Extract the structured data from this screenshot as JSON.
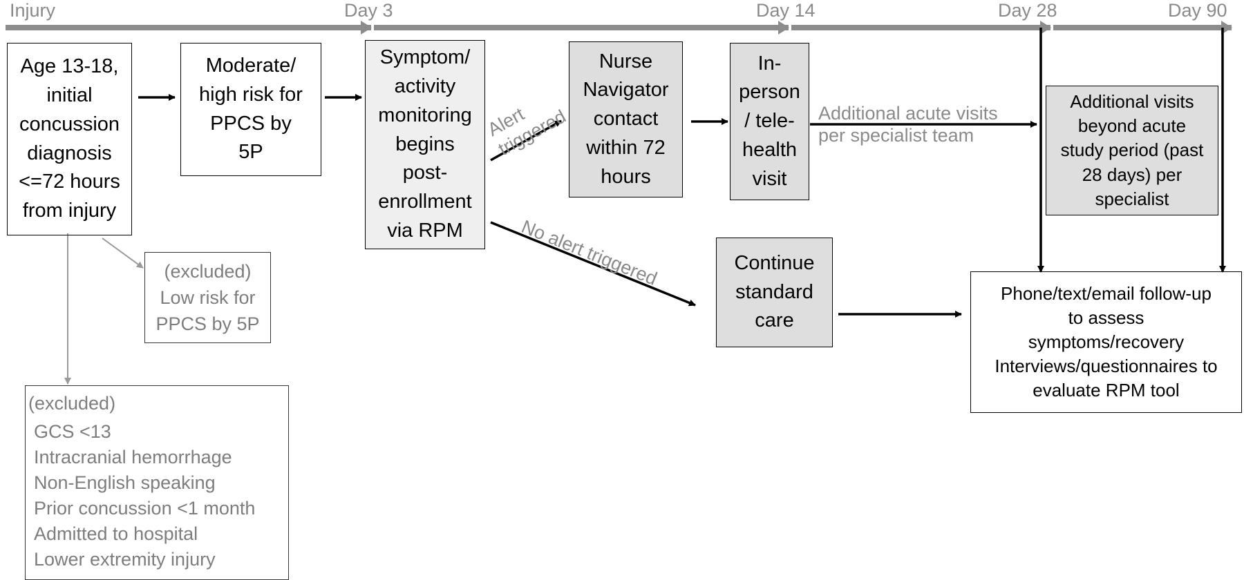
{
  "timeline": {
    "labels": [
      "Injury",
      "Day 3",
      "Day 14",
      "Day 28",
      "Day 90"
    ]
  },
  "nodes": {
    "eligibility": "Age 13-18,\ninitial\nconcussion\ndiagnosis\n<=72 hours\nfrom injury",
    "risk": "Moderate/\nhigh risk for\nPPCS by\n5P",
    "monitoring": "Symptom/\nactivity\nmonitoring\nbegins\npost-\nenrollment\nvia RPM",
    "nurse": "Nurse\nNavigator\ncontact\nwithin 72\nhours",
    "visit": "In-\nperson\n/ tele-\nhealth\nvisit",
    "additional": "Additional visits\nbeyond acute\nstudy period (past\n28 days) per\nspecialist",
    "standard_care": "Continue\nstandard\ncare",
    "followup": "Phone/text/email follow-up\nto assess\nsymptoms/recovery\nInterviews/questionnaires to\nevaluate RPM tool",
    "excluded_low": "(excluded)\nLow risk for\nPPCS by 5P"
  },
  "excluded_criteria": {
    "header": "(excluded)",
    "items": [
      "GCS <13",
      "Intracranial hemorrhage",
      "Non-English speaking",
      "Prior concussion <1 month",
      "Admitted to hospital",
      "Lower extremity injury"
    ]
  },
  "edge_labels": {
    "alert": "Alert\ntriggered",
    "no_alert": "No alert triggered",
    "acute_visits": "Additional acute visits\nper specialist team"
  },
  "colors": {
    "timeline": "#8c8c8c",
    "excluded_text": "#7d7d7d",
    "box_fill_gray": "#dedede",
    "box_fill_light": "#efefef",
    "arrow": "#000000"
  }
}
